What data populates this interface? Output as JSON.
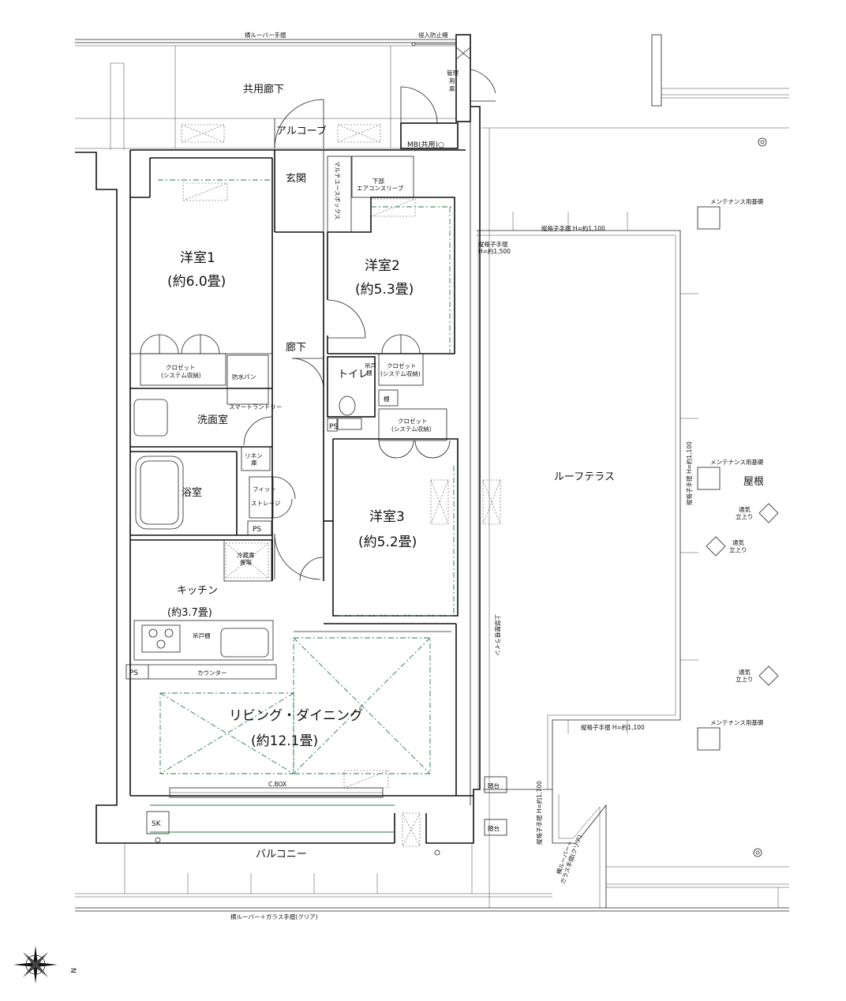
{
  "rooms": {
    "corridor_common": "共用廊下",
    "alcove": "アルコーブ",
    "mb": "MB(共用)○",
    "entrance": "玄関",
    "multi_box": "マルチユースボックス",
    "aircon_sleeve": "下部\nエアコンスリーブ",
    "western1": "洋室1",
    "western1_size": "(約6.0畳)",
    "western2": "洋室2",
    "western2_size": "(約5.3畳)",
    "western3": "洋室3",
    "western3_size": "(約5.2畳)",
    "hallway": "廊下",
    "closet1": "クロゼット",
    "closet1_sub": "(システム収納)",
    "closet2": "クロゼット",
    "closet2_sub": "(システム収納)",
    "closet3": "クロゼット",
    "closet3_sub": "(システム収納)",
    "waterproof_pan": "防水パン",
    "smart_laundry": "スマートランドリー",
    "washroom": "洗面室",
    "linen": "リネン\n庫",
    "bathroom": "浴室",
    "fit_storage": "フィット\nストレージ",
    "ps1": "PS",
    "ps2": "PS",
    "ps3": "PS",
    "toilet": "トイレ",
    "hanging_shelf1": "吊戸\n棚",
    "shelf": "棚",
    "fridge": "冷蔵庫\n置場",
    "kitchen": "キッチン",
    "kitchen_size": "(約3.7畳)",
    "hanging_shelf2": "吊戸棚",
    "counter": "カウンター",
    "living": "リビング・ダイニング",
    "living_size": "(約12.1畳)",
    "cbox": "C.BOX",
    "sk": "SK",
    "balcony": "バルコニー",
    "roof_terrace": "ルーフテラス",
    "roof": "屋根",
    "step1": "踏台",
    "step2": "踏台"
  },
  "annotations": {
    "top_rail": "横ルーバー手摺",
    "intrusion_fence": "侵入防止柵",
    "service_door": "管理\n用\n扉",
    "rail_h1100_top": "縦格子手摺 H=約1,100",
    "rail_h1500": "縦格子手摺\nH=約1,500",
    "rail_h1100_right": "縦格子手摺 H=約1,100",
    "rail_h1100_bottom": "縦格子手摺 H=約1,100",
    "rail_h1700": "縦格子手摺 H=約1,700",
    "glass_rail_v": "横ルーバー＋\nガラス手摺(クリア)",
    "bottom_rail": "横ルーバー＋ガラス手摺(クリア)",
    "roof_line": "上部屋根ライン",
    "maint1": "メンテナンス用基礎",
    "maint2": "メンテナンス用基礎",
    "maint3": "メンテナンス用基礎",
    "vent1": "通気\n立上り",
    "vent2": "通気\n立上り",
    "vent3": "通気\n立上り",
    "north": "N"
  },
  "colors": {
    "wall": "#111111",
    "dash_line": "#2a7a4a"
  }
}
